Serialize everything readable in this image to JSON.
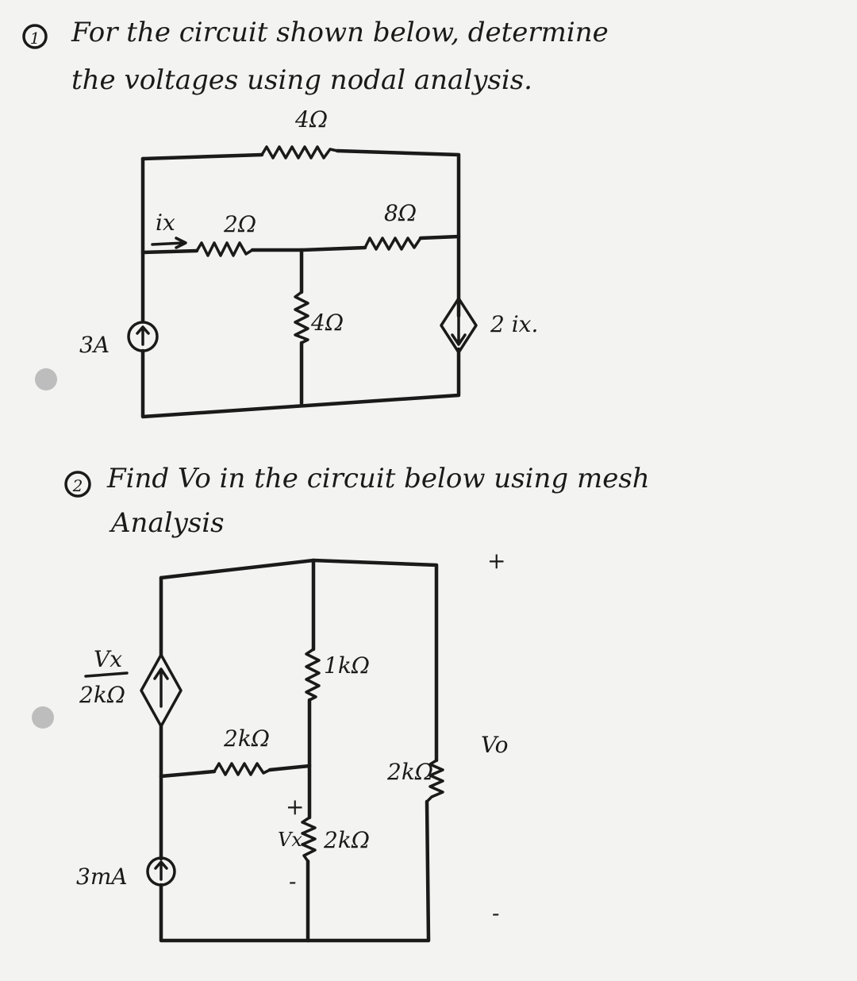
{
  "problem1": {
    "number": "1",
    "line1": "For the circuit shown below, determine",
    "line2": "the voltages using nodal analysis.",
    "labels": {
      "r_top": "4Ω",
      "r_left": "2Ω",
      "r_right": "8Ω",
      "r_mid": "4Ω",
      "ix": "ix",
      "source": "3A",
      "dep_source": "2 ix."
    }
  },
  "problem2": {
    "number": "2",
    "line1": "Find Vo in the circuit below using mesh",
    "line2": "Analysis",
    "labels": {
      "dep_num": "Vx",
      "dep_den": "2kΩ",
      "r_1k": "1kΩ",
      "r_2k_h": "2kΩ",
      "r_2k_right": "2kΩ",
      "r_2k_low": "2kΩ",
      "vx": "Vx",
      "plus_inner": "+",
      "minus_inner": "-",
      "source": "3mA",
      "vo": "Vo",
      "vo_plus": "+",
      "vo_minus": "-"
    }
  }
}
